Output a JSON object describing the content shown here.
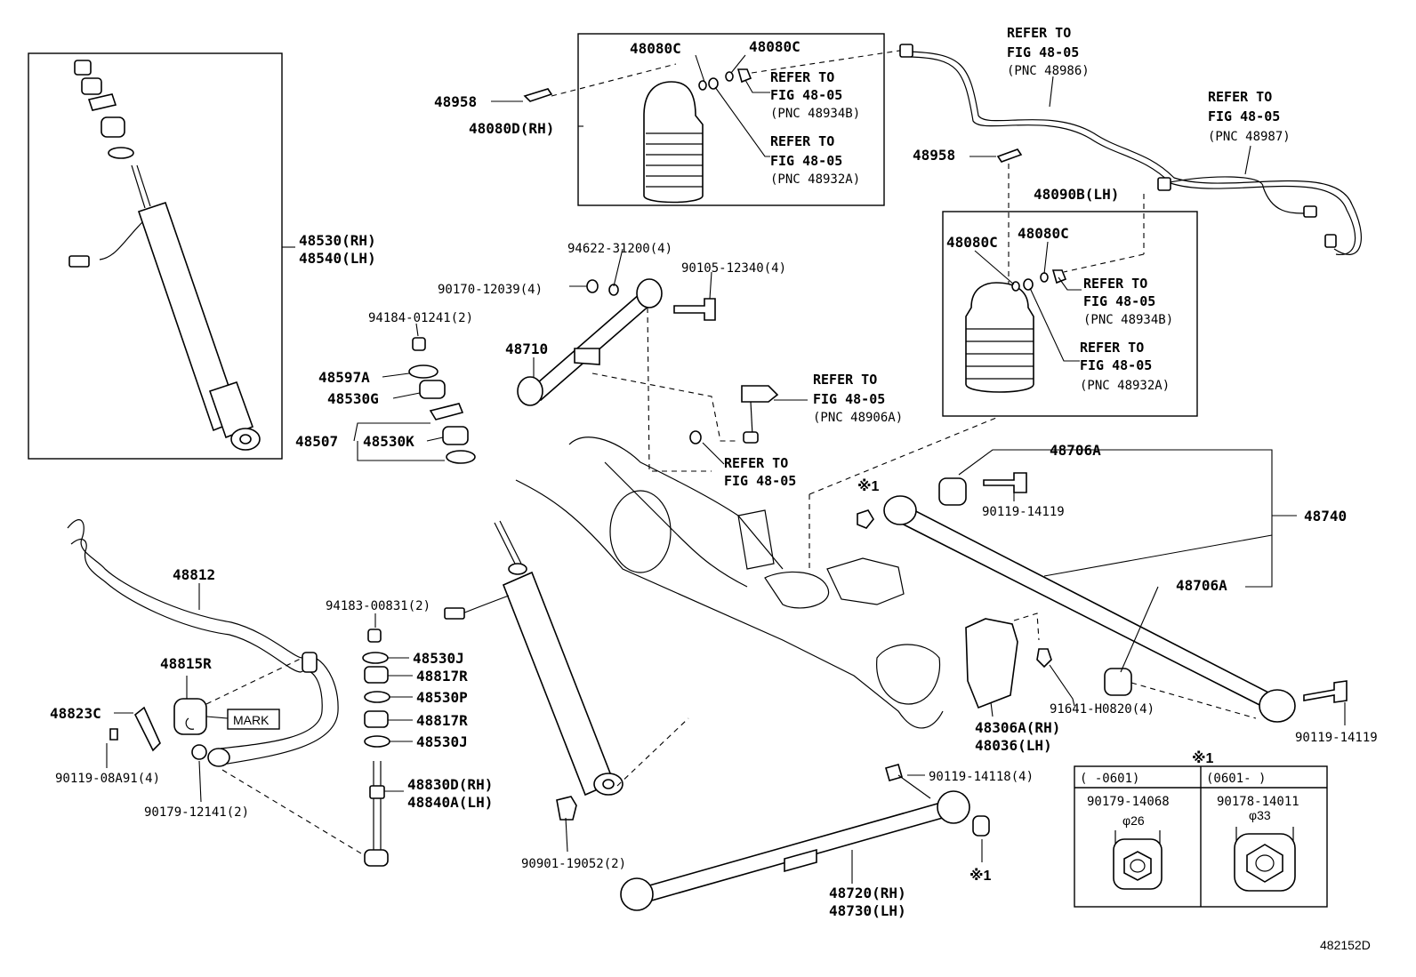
{
  "diagram_number": "482152D",
  "labels": {
    "shock_rh": "48530(RH)",
    "shock_lh": "48540(LH)",
    "clip_top": "48958",
    "boot_rh": "48080D(RH)",
    "ring_a": "48080C",
    "ring_b": "48080C",
    "clip_mid": "48958",
    "boot_lh_title": "48090B(LH)",
    "ring_c": "48080C",
    "ring_d": "48080C",
    "washer_rod": "94622-31200(4)",
    "nut_rod": "90170-12039(4)",
    "bolt_rod": "90105-12340(4)",
    "lateral_rod": "48710",
    "nut_top": "94184-01241(2)",
    "cushion_retainer": "48597A",
    "cushion_a": "48530G",
    "cushion_group": "48507",
    "cushion_b": "48530K",
    "bushing_upper": "48706A",
    "bushing_lower": "48706A",
    "upper_arm": "48740",
    "bolt_14119_top": "90119-14119",
    "bolt_14119_right": "90119-14119",
    "stabilizer_bar": "48812",
    "nut_00831": "94183-00831(2)",
    "cushion_j1": "48530J",
    "bushing_r1": "48817R",
    "cushion_p": "48530P",
    "bushing_r2": "48817R",
    "cushion_j2": "48530J",
    "stab_bushing": "48815R",
    "bracket": "48823C",
    "mark": "MARK",
    "bolt_08a91": "90119-08A91(4)",
    "nut_12141": "90179-12141(2)",
    "link_rh": "48830D(RH)",
    "link_lh": "48840A(LH)",
    "bumper_rh": "48306A(RH)",
    "bumper_lh": "48036(LH)",
    "bolt_h0820": "91641-H0820(4)",
    "bolt_14118": "90119-14118(4)",
    "nut_19052": "90901-19052(2)",
    "lower_arm_rh": "48720(RH)",
    "lower_arm_lh": "48730(LH)",
    "note_1": "※1",
    "note_1_b": "※1"
  },
  "refs": {
    "r48986": [
      "REFER TO",
      "FIG 48-05",
      "(PNC 48986)"
    ],
    "r48987": [
      "REFER TO",
      "FIG 48-05",
      "(PNC 48987)"
    ],
    "r48934b_top": [
      "REFER TO",
      "FIG 48-05",
      "(PNC 48934B)"
    ],
    "r48932a_top": [
      "REFER TO",
      "FIG 48-05",
      "(PNC 48932A)"
    ],
    "r48934b_lh": [
      "REFER TO",
      "FIG 48-05",
      "(PNC 48934B)"
    ],
    "r48932a_lh": [
      "REFER TO",
      "FIG 48-05",
      "(PNC 48932A)"
    ],
    "r48906a": [
      "REFER TO",
      "FIG 48-05",
      "(PNC 48906A)"
    ],
    "r4805": [
      "REFER TO",
      "FIG 48-05"
    ]
  },
  "nut_table": {
    "title": "※1",
    "columns": [
      {
        "range": "(     -0601)",
        "part": "90179-14068",
        "size": "φ26"
      },
      {
        "range": "(0601-      )",
        "part": "90178-14011",
        "size": "φ33"
      }
    ]
  }
}
